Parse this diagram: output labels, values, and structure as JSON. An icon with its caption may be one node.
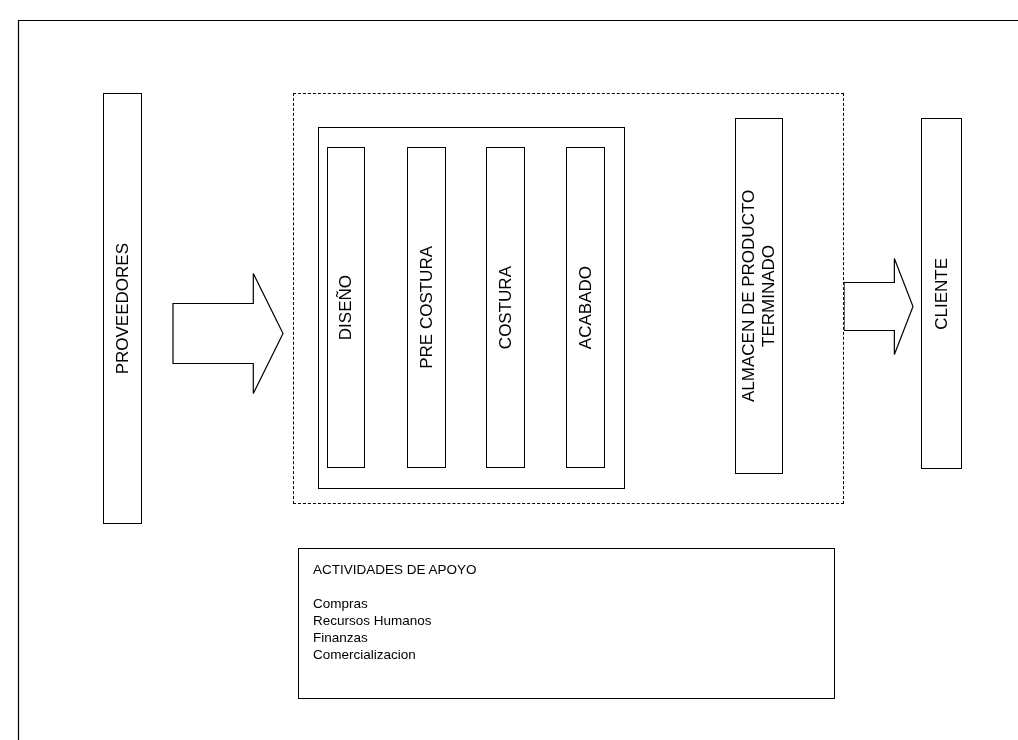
{
  "diagram": {
    "nodes": [
      {
        "text": [
          "PROVEEDORES"
        ]
      },
      {
        "text": [],
        "shape": "box"
      },
      {
        "text": [],
        "shape": "box",
        "in": 1
      },
      {
        "text": [
          "DISEÑO"
        ],
        "in": 2
      },
      {
        "text": [
          "PRE COSTURA"
        ],
        "in": 2
      },
      {
        "text": [
          "COSTURA"
        ],
        "in": 2
      },
      {
        "text": [
          "ACABADO"
        ],
        "in": 2
      },
      {
        "text": [
          "ALMACEN DE PRODUCTO TERMINADO"
        ],
        "in": 1
      },
      {
        "text": [
          "CLIENTE"
        ]
      },
      {
        "text": [
          "ACTIVIDADES DE APOYO",
          "Compras",
          "Recursos Humanos",
          "Finanzas",
          "Comercializacion"
        ]
      }
    ],
    "edges": [
      {
        "from": 0,
        "to": 1,
        "arrow": "to",
        "style": "thick"
      },
      {
        "from": 1,
        "to": 8,
        "arrow": "to",
        "style": "thick"
      }
    ]
  }
}
